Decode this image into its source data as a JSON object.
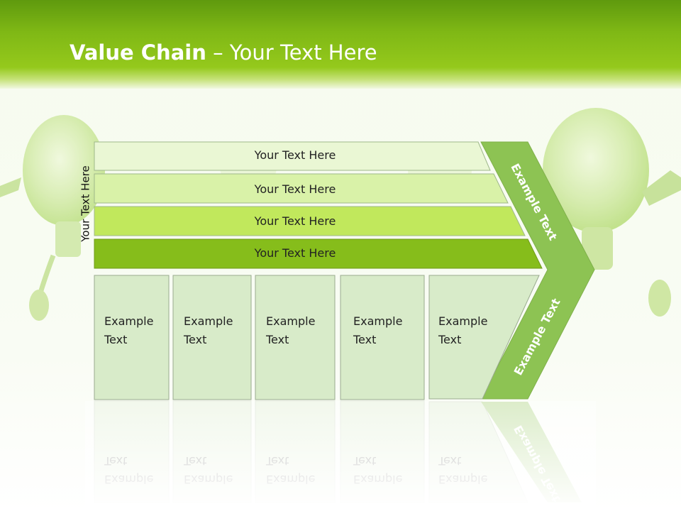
{
  "title": {
    "bold": "Value Chain",
    "rest": " – Your Text Here"
  },
  "side_label": "Your Text Here",
  "rows": [
    {
      "label": "Your Text Here",
      "color": "#eaf7d4"
    },
    {
      "label": "Your Text Here",
      "color": "#d9f2a8"
    },
    {
      "label": "Your Text Here",
      "color": "#c1e85c"
    },
    {
      "label": "Your Text Here",
      "color": "#86bd1b"
    }
  ],
  "boxes": [
    {
      "line1": "Example",
      "line2": "Text"
    },
    {
      "line1": "Example",
      "line2": "Text"
    },
    {
      "line1": "Example",
      "line2": "Text"
    },
    {
      "line1": "Example",
      "line2": "Text"
    },
    {
      "line1": "Example",
      "line2": "Text"
    }
  ],
  "chevron": {
    "top_label": "Example Text",
    "bottom_label": "Example Text",
    "color": "#8dc353"
  },
  "colors": {
    "header": "#7fb815",
    "box_fill": "#d8ebc9",
    "box_stroke": "#9aab8f"
  }
}
